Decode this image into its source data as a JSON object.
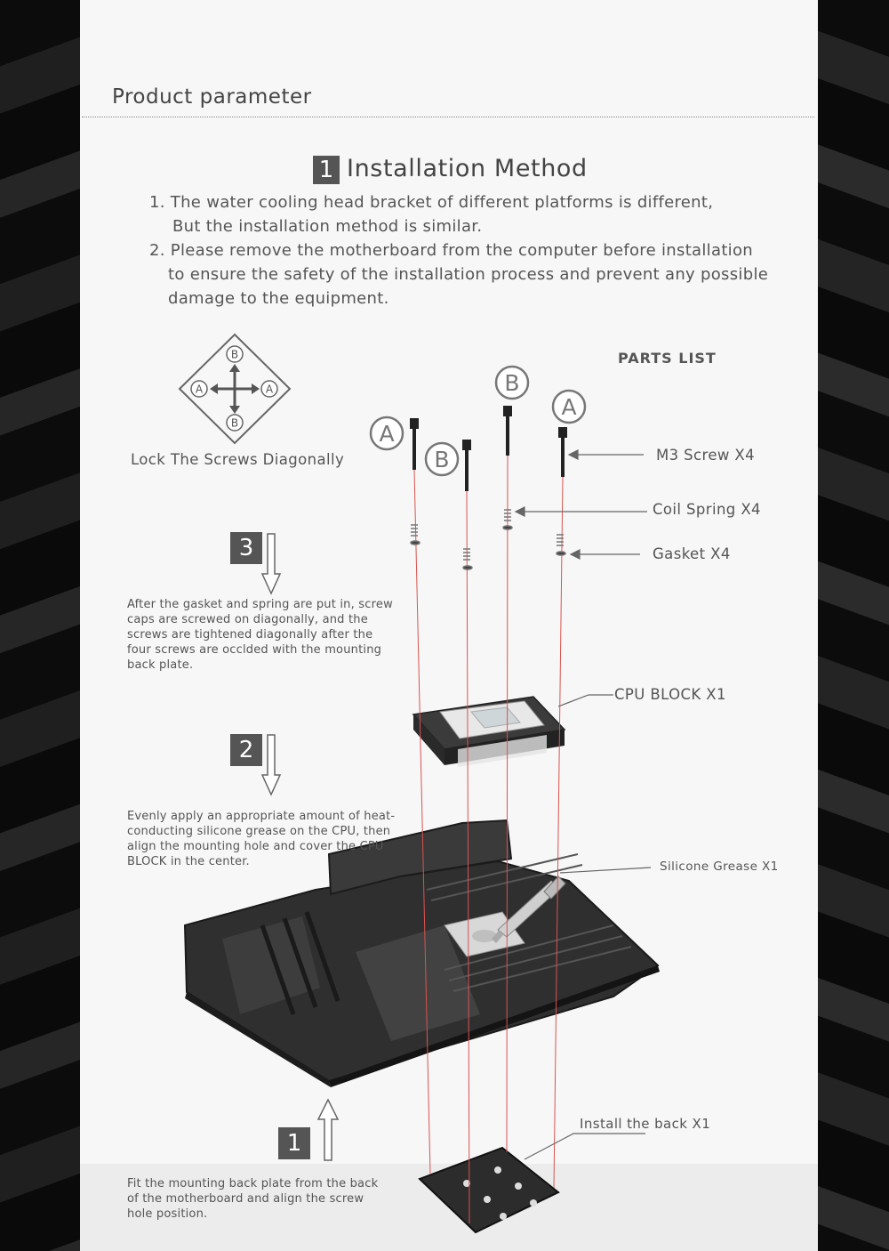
{
  "header": {
    "title": "Product parameter"
  },
  "section": {
    "number": "1",
    "title": "Installation Method",
    "notes": [
      "1. The water cooling head bracket of different platforms is different,",
      "But the installation method is similar.",
      "2. Please remove the motherboard from the computer before installation",
      "to ensure the safety of the installation process and prevent any possible",
      "damage to the equipment."
    ]
  },
  "diagram": {
    "letters": {
      "a": "A",
      "b": "B"
    },
    "caption": "Lock The Screws Diagonally"
  },
  "parts": {
    "title": "PARTS LIST",
    "screw": "M3 Screw X4",
    "spring": "Coil Spring X4",
    "gasket": "Gasket X4",
    "cpu_block": "CPU BLOCK X1",
    "grease": "Silicone Grease X1",
    "back": "Install the back X1"
  },
  "steps": [
    {
      "number": "3",
      "text": "After the gasket and spring are put in, screw caps are screwed on diagonally, and the screws are tightened diagonally after the four screws are occlded with the mounting back plate."
    },
    {
      "number": "2",
      "text": "Evenly apply an appropriate amount of heat-conducting silicone grease on the CPU, then align the mounting hole and cover the CPU BLOCK in the center."
    },
    {
      "number": "1",
      "text": "Fit the mounting back plate from the back of the motherboard and align the screw hole position."
    }
  ],
  "colors": {
    "guide_line": "#d9534f",
    "badge": "#555555",
    "board": "#2b2b2b"
  }
}
